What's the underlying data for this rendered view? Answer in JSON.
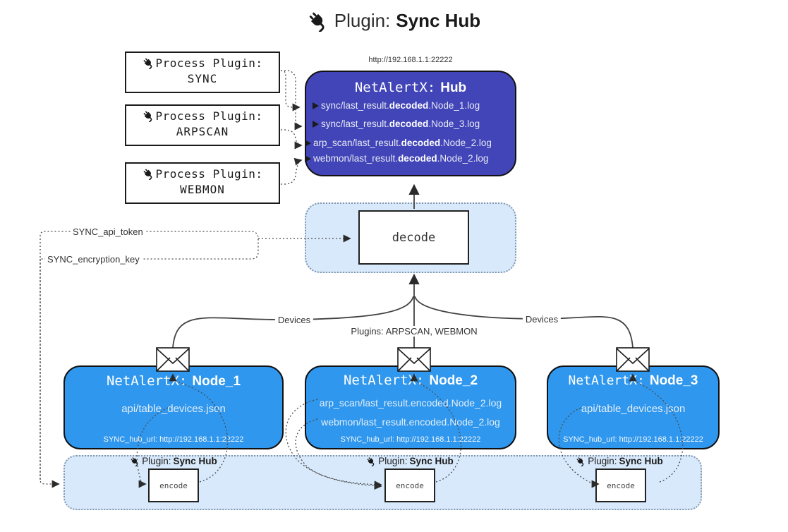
{
  "title": {
    "prefix": "Plugin:",
    "name": "Sync Hub"
  },
  "hub": {
    "url": "http://192.168.1.1:22222",
    "title_prefix": "NetAlertX:",
    "title_name": "Hub",
    "files": [
      {
        "pre": "sync/last_result.",
        "bold": "decoded",
        "post": ".Node_1.log"
      },
      {
        "pre": "sync/last_result.",
        "bold": "decoded",
        "post": ".Node_3.log"
      },
      {
        "pre": "arp_scan/last_result.",
        "bold": "decoded",
        "post": ".Node_2.log"
      },
      {
        "pre": "webmon/last_result.",
        "bold": "decoded",
        "post": ".Node_2.log"
      }
    ]
  },
  "process_plugins": [
    {
      "label": "Process Plugin:",
      "name": "SYNC"
    },
    {
      "label": "Process Plugin:",
      "name": "ARPSCAN"
    },
    {
      "label": "Process Plugin:",
      "name": "WEBMON"
    }
  ],
  "config_labels": {
    "api_token": "SYNC_api_token",
    "encryption_key": "SYNC_encryption_key"
  },
  "decode_box": {
    "label": "decode"
  },
  "edge_labels": {
    "devices_left": "Devices",
    "plugins_middle": "Plugins: ARPSCAN, WEBMON",
    "devices_right": "Devices"
  },
  "nodes": [
    {
      "title_prefix": "NetAlertX:",
      "title_name": "Node_1",
      "files": [
        "api/table_devices.json"
      ],
      "hub_url": "SYNC_hub_url: http://192.168.1.1:22222"
    },
    {
      "title_prefix": "NetAlertX:",
      "title_name": "Node_2",
      "files": [
        "arp_scan/last_result.encoded.Node_2.log",
        "webmon/last_result.encoded.Node_2.log"
      ],
      "hub_url": "SYNC_hub_url: http://192.168.1.1:22222"
    },
    {
      "title_prefix": "NetAlertX:",
      "title_name": "Node_3",
      "files": [
        "api/table_devices.json"
      ],
      "hub_url": "SYNC_hub_url: http://192.168.1.1:22222"
    }
  ],
  "encode_section": {
    "labels": [
      {
        "prefix": "Plugin:",
        "name": "Sync Hub"
      },
      {
        "prefix": "Plugin:",
        "name": "Sync Hub"
      },
      {
        "prefix": "Plugin:",
        "name": "Sync Hub"
      }
    ],
    "box_label": "encode"
  },
  "colors": {
    "hub_bg": "#4245B8",
    "node_bg": "#2F97EE",
    "panel_bg": "#D8E9FB",
    "panel_border": "#8096AE",
    "line": "#424242"
  }
}
